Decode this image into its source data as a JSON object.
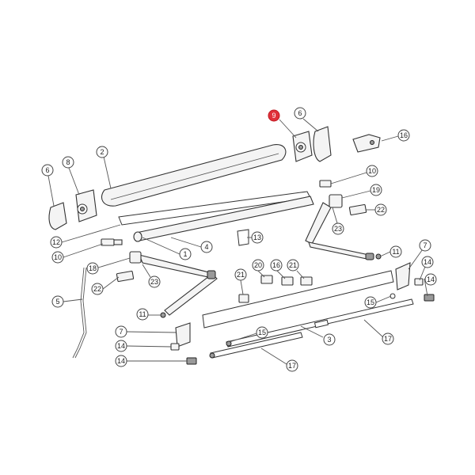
{
  "highlight_color": "#e0303a",
  "callouts": {
    "c9": "9",
    "c6r": "6",
    "c16r": "16",
    "c2": "2",
    "c8": "8",
    "c6l": "6",
    "c10r": "10",
    "c19": "19",
    "c22r": "22",
    "c23r": "23",
    "c12": "12",
    "c10l": "10",
    "c1": "1",
    "c4": "4",
    "c13": "13",
    "c7r": "7",
    "c11r": "11",
    "c14r1": "14",
    "c14r2": "14",
    "c18": "18",
    "c22l": "22",
    "c23l": "23",
    "c20": "20",
    "c16m": "16",
    "c21a": "21",
    "c21b": "21",
    "c5": "5",
    "c11l": "11",
    "c15r": "15",
    "c7l": "7",
    "c15m": "15",
    "c3": "3",
    "c17r": "17",
    "c14l1": "14",
    "c14l2": "14",
    "c17b": "17"
  }
}
